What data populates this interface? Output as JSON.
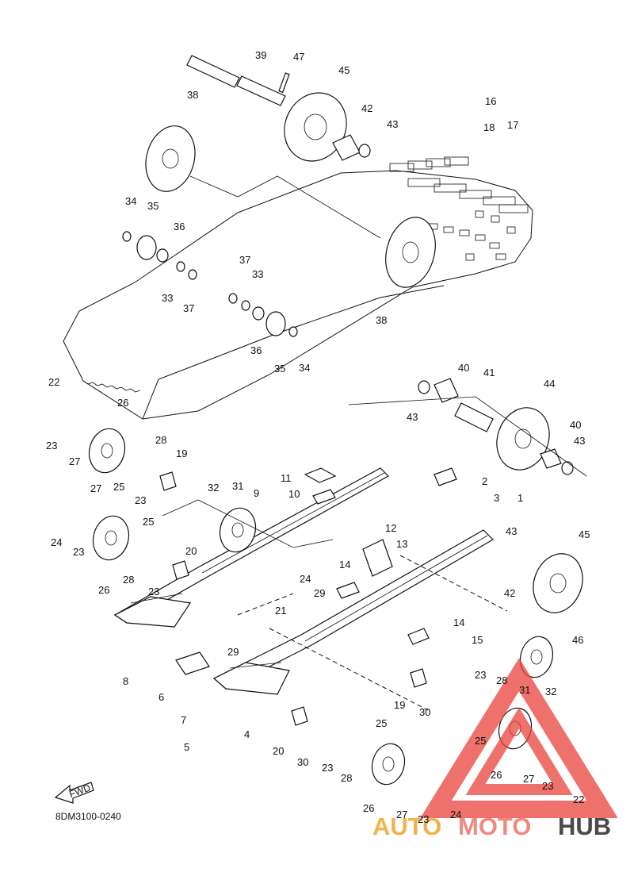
{
  "diagram": {
    "code": "8DM3100-0240",
    "fwd_label": "FWD",
    "watermark": {
      "auto": "AUTO",
      "moto": "MOTO",
      "hub": "HUB",
      "colors": {
        "auto": "#f2b24a",
        "moto": "#f08a80",
        "hub": "#4a4a4a",
        "triangle": "#e8413a"
      }
    },
    "callouts": [
      "1",
      "2",
      "3",
      "4",
      "5",
      "6",
      "7",
      "8",
      "9",
      "10",
      "11",
      "12",
      "13",
      "14",
      "15",
      "16",
      "17",
      "18",
      "19",
      "20",
      "21",
      "22",
      "23",
      "24",
      "25",
      "26",
      "27",
      "28",
      "29",
      "30",
      "31",
      "32",
      "33",
      "34",
      "35",
      "36",
      "37",
      "38",
      "39",
      "40",
      "41",
      "42",
      "43",
      "44",
      "45",
      "46",
      "47"
    ]
  }
}
